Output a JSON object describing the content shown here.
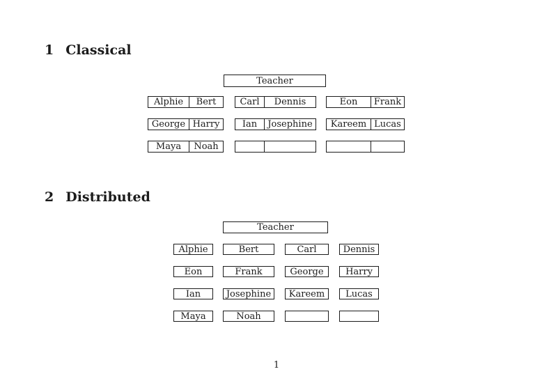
{
  "document": {
    "sections": [
      {
        "number": "1",
        "title": "Classical"
      },
      {
        "number": "2",
        "title": "Distributed"
      }
    ],
    "page_number": "1"
  },
  "classical": {
    "teacher_label": "Teacher",
    "rows": [
      [
        [
          "Alphie",
          "Bert"
        ],
        [
          "Carl",
          "Dennis"
        ],
        [
          "Eon",
          "Frank"
        ]
      ],
      [
        [
          "George",
          "Harry"
        ],
        [
          "Ian",
          "Josephine"
        ],
        [
          "Kareem",
          "Lucas"
        ]
      ],
      [
        [
          "Maya",
          "Noah"
        ],
        [
          "",
          ""
        ],
        [
          "",
          ""
        ]
      ]
    ]
  },
  "distributed": {
    "teacher_label": "Teacher",
    "rows": [
      [
        "Alphie",
        "Bert",
        "Carl",
        "Dennis"
      ],
      [
        "Eon",
        "Frank",
        "George",
        "Harry"
      ],
      [
        "Ian",
        "Josephine",
        "Kareem",
        "Lucas"
      ],
      [
        "Maya",
        "Noah",
        "",
        ""
      ]
    ]
  },
  "colors": {
    "ink": "#1b1b1b",
    "paper": "#ffffff"
  }
}
